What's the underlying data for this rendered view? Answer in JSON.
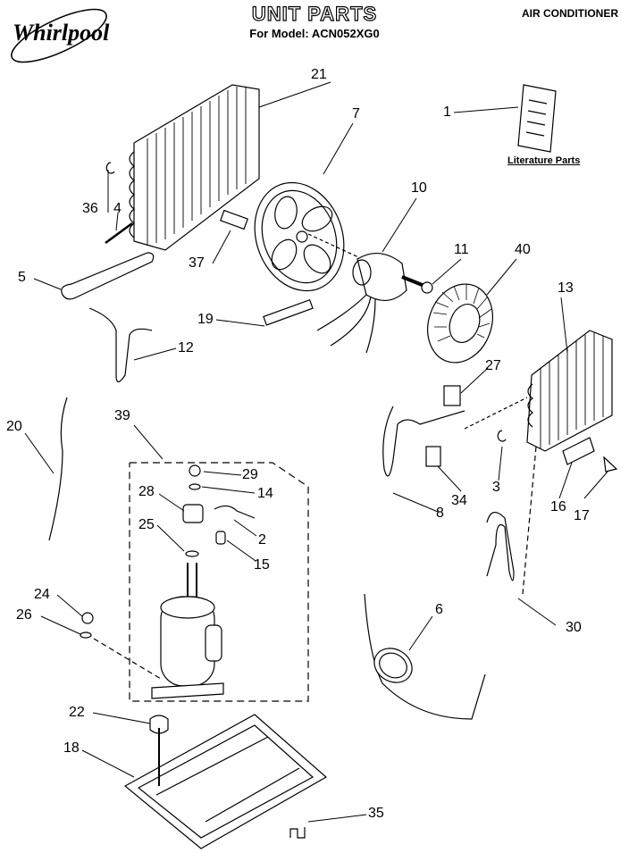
{
  "header": {
    "title": "UNIT PARTS",
    "model": "For Model: ACN052XG0",
    "product": "AIR CONDITIONER",
    "brand": "Whirlpool"
  },
  "section_labels": {
    "literature": "Literature Parts"
  },
  "callouts": {
    "p1": "1",
    "p2": "2",
    "p3": "3",
    "p4": "4",
    "p5": "5",
    "p6": "6",
    "p7": "7",
    "p8": "8",
    "p10": "10",
    "p11": "11",
    "p12": "12",
    "p13": "13",
    "p14": "14",
    "p15": "15",
    "p16": "16",
    "p17": "17",
    "p18": "18",
    "p19": "19",
    "p20": "20",
    "p21": "21",
    "p22": "22",
    "p24": "24",
    "p25": "25",
    "p26": "26",
    "p27": "27",
    "p28": "28",
    "p29": "29",
    "p30": "30",
    "p34": "34",
    "p35": "35",
    "p36": "36",
    "p37": "37",
    "p39": "39",
    "p40": "40"
  }
}
